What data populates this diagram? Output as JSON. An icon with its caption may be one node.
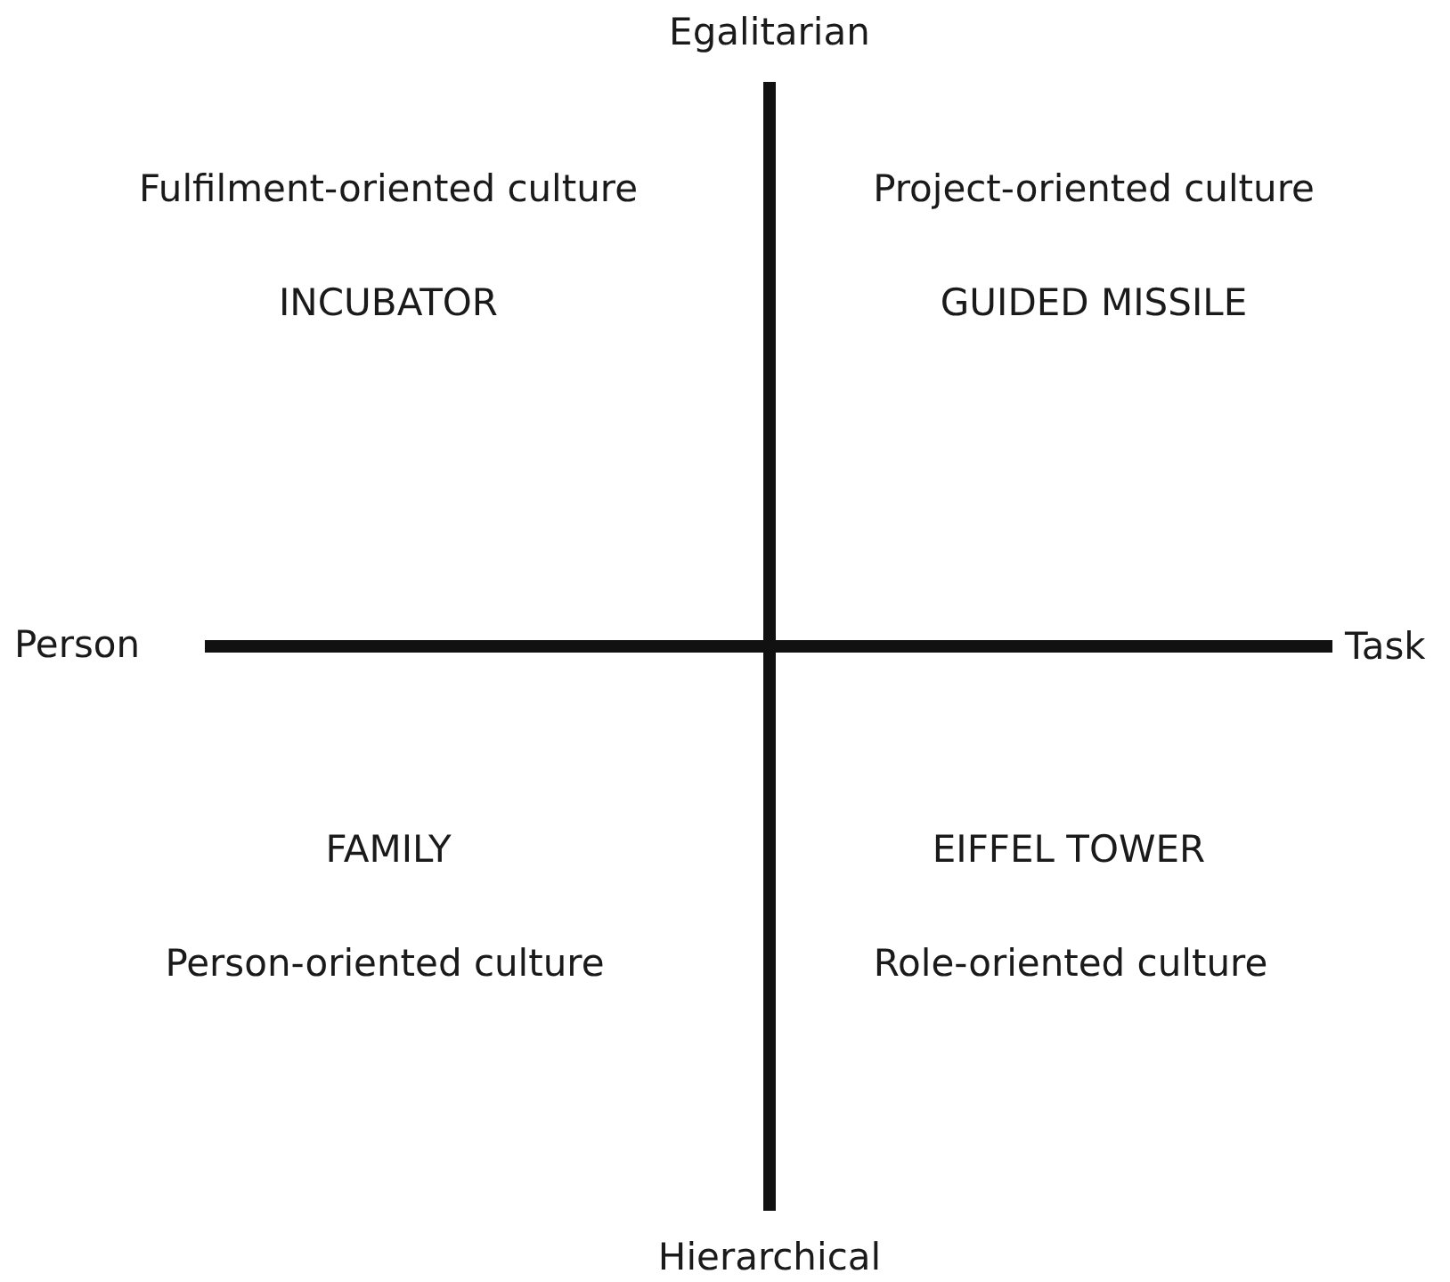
{
  "diagram": {
    "labels": [
      "Egalitarian",
      "Fulfilment-oriented culture",
      "Project-oriented culture",
      "INCUBATOR",
      "GUIDED MISSILE",
      "Person",
      "Task",
      "FAMILY",
      "EIFFEL TOWER",
      "Person-oriented culture",
      "Role-oriented culture",
      "Hierarchical"
    ]
  }
}
